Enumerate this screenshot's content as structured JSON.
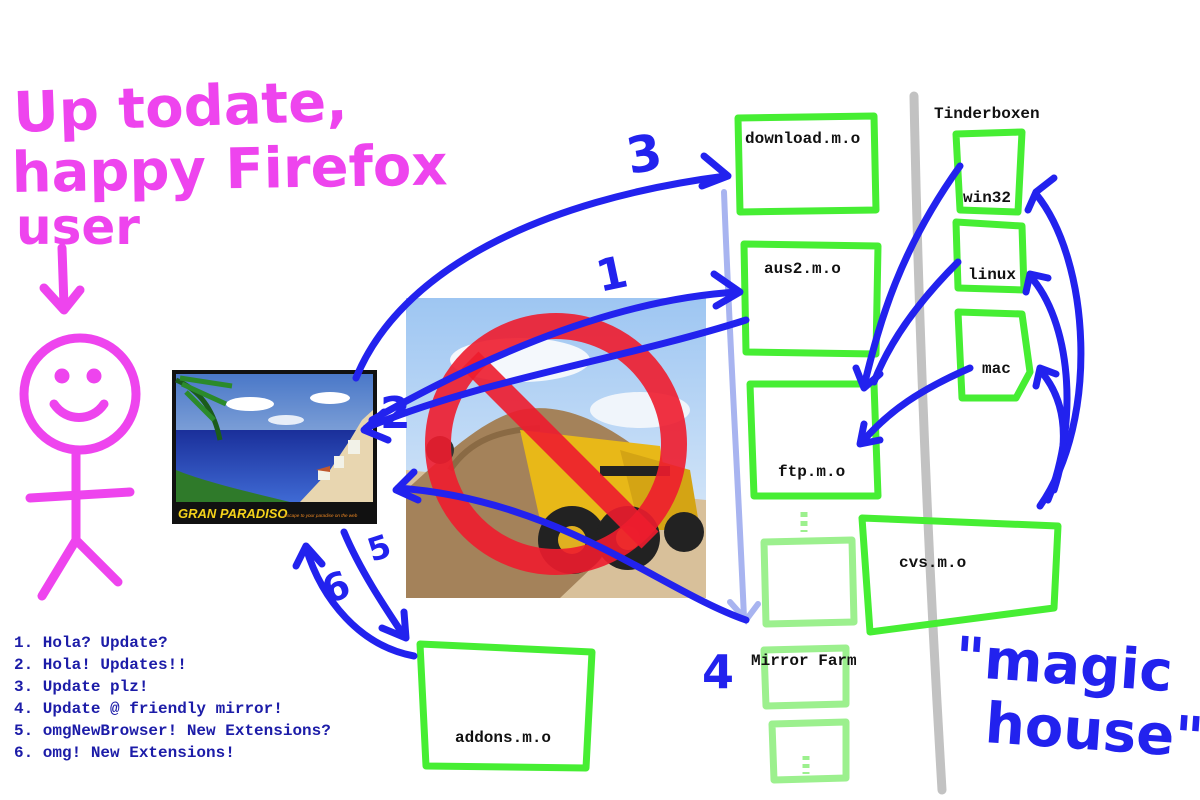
{
  "caption": [
    "Up todate,",
    "happy Firefox",
    "user"
  ],
  "servers": {
    "download": "download.m.o",
    "aus2": "aus2.m.o",
    "ftp": "ftp.m.o",
    "cvs": "cvs.m.o",
    "addons": "addons.m.o"
  },
  "tinderboxen": {
    "title": "Tinderboxen",
    "win32": "win32",
    "linux": "linux",
    "mac": "mac"
  },
  "mirror_farm": "Mirror Farm",
  "magic_house": [
    "\"magic",
    "house\""
  ],
  "banner": {
    "title": "GRAN PARADISO",
    "tagline": "Escape to your paradise on the web"
  },
  "arrow_numbers": [
    "1",
    "2",
    "3",
    "4",
    "5",
    "6"
  ],
  "steps": [
    "1. Hola? Update?",
    "2. Hola! Updates!!",
    "3. Update plz!",
    "4. Update @ friendly mirror!",
    "5. omgNewBrowser! New Extensions?",
    "6. omg! New Extensions!"
  ],
  "colors": {
    "pink": "#ee44ee",
    "green": "#44ee33",
    "lightgreen": "#9cf08e",
    "blue": "#2222ee",
    "gray": "#bdbdbd",
    "noRed": "#ee1c2e"
  }
}
